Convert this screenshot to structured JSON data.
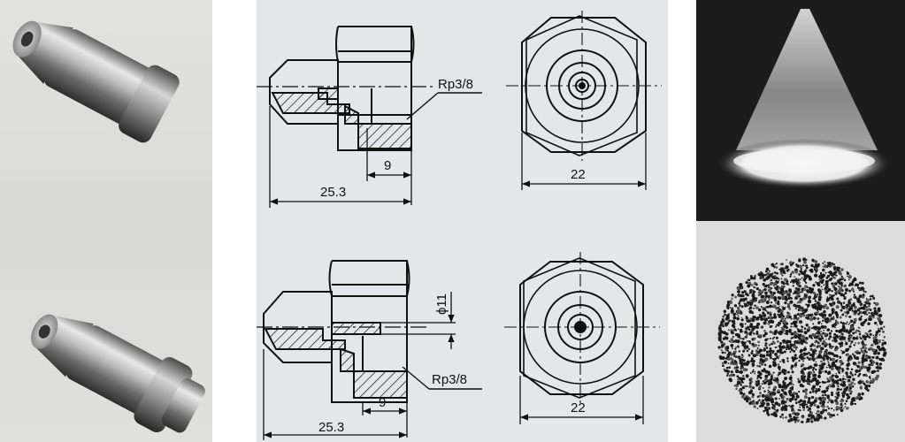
{
  "drawing_top": {
    "thread_label": "Rp3/8",
    "dim_length": "25.3",
    "dim_thread_depth": "9",
    "dim_hex": "22"
  },
  "drawing_bottom": {
    "thread_label": "Rp3/8",
    "dim_length": "25.3",
    "dim_thread_depth": "9",
    "dim_hex": "22",
    "dim_diameter": "ϕ11"
  }
}
